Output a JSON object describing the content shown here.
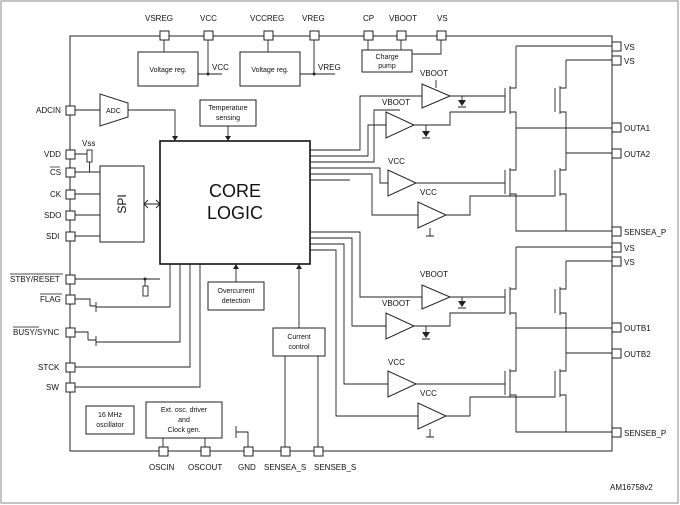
{
  "top_pins": [
    "VSREG",
    "VCC",
    "VCCREG",
    "VREG",
    "CP",
    "VBOOT",
    "VS"
  ],
  "left_pins": [
    "ADCIN",
    "VDD",
    "CS",
    "CK",
    "SDO",
    "SDI",
    "STBY/RESET",
    "FLAG",
    "BUSY/SYNC",
    "STCK",
    "SW"
  ],
  "right_pins_a": [
    "VS",
    "VS",
    "OUTA1",
    "OUTA2",
    "SENSEA_P"
  ],
  "right_pins_b": [
    "VS",
    "VS",
    "OUTB1",
    "OUTB2",
    "SENSEB_P"
  ],
  "bottom_pins": [
    "OSCIN",
    "OSCOUT",
    "GND",
    "SENSEA_S",
    "SENSEB_S"
  ],
  "blocks": {
    "vreg1": "Voltage reg.",
    "vreg2": "Voltage reg.",
    "vcc_out": "VCC",
    "vreg_out": "VREG",
    "charge_pump_1": "Charge",
    "charge_pump_2": "pump",
    "adc": "ADC",
    "temp_1": "Temperature",
    "temp_2": "sensing",
    "core_1": "CORE",
    "core_2": "LOGIC",
    "spi": "SPI",
    "vss": "Vss",
    "overcurrent_1": "Overcurrent",
    "overcurrent_2": "detection",
    "current_1": "Current",
    "current_2": "control",
    "osc_1": "16 MHz",
    "osc_2": "oscillator",
    "ext_1": "Ext. osc. driver",
    "ext_2": "and",
    "ext_3": "Clock gen."
  },
  "driver_labels": {
    "vboot": "VBOOT",
    "vcc": "VCC"
  },
  "figure_id": "AM16758v2"
}
